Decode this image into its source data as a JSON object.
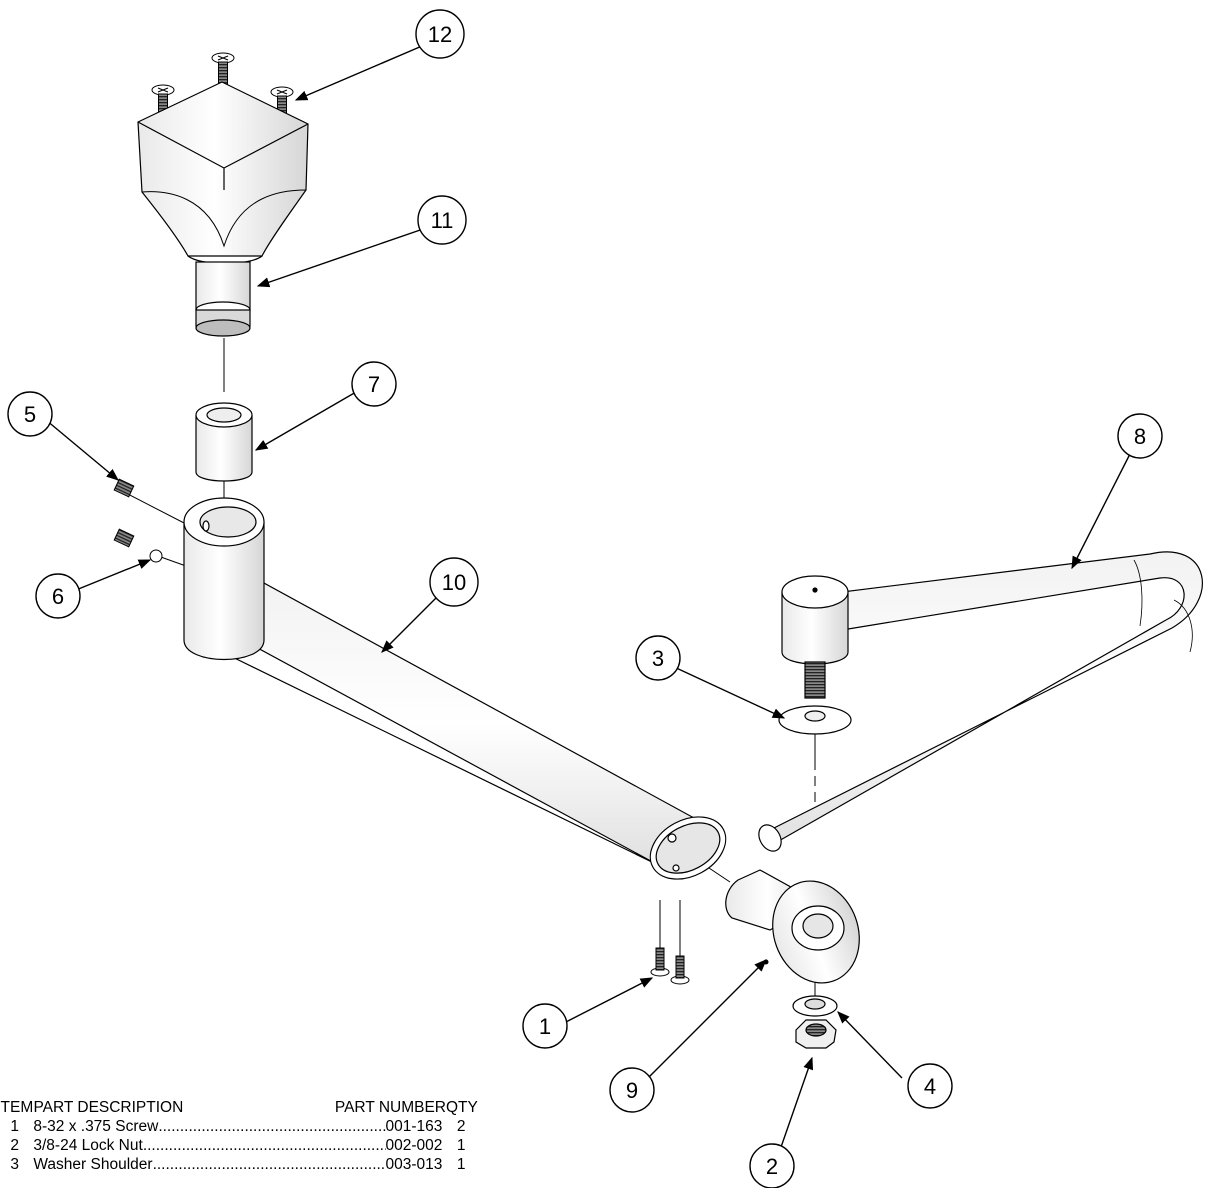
{
  "callouts": [
    "1",
    "2",
    "3",
    "4",
    "5",
    "6",
    "7",
    "8",
    "9",
    "10",
    "11",
    "12"
  ],
  "table": {
    "headers": {
      "item": "ITEM",
      "description": "PART DESCRIPTION",
      "part_number": "PART NUMBER",
      "qty": "QTY"
    },
    "rows": [
      {
        "item": "1",
        "description": "8-32 x .375 Screw",
        "part_number": "001-163",
        "qty": "2"
      },
      {
        "item": "2",
        "description": "3/8-24 Lock Nut",
        "part_number": "002-002",
        "qty": "1"
      },
      {
        "item": "3",
        "description": "Washer Shoulder",
        "part_number": "003-013",
        "qty": "1"
      }
    ]
  }
}
